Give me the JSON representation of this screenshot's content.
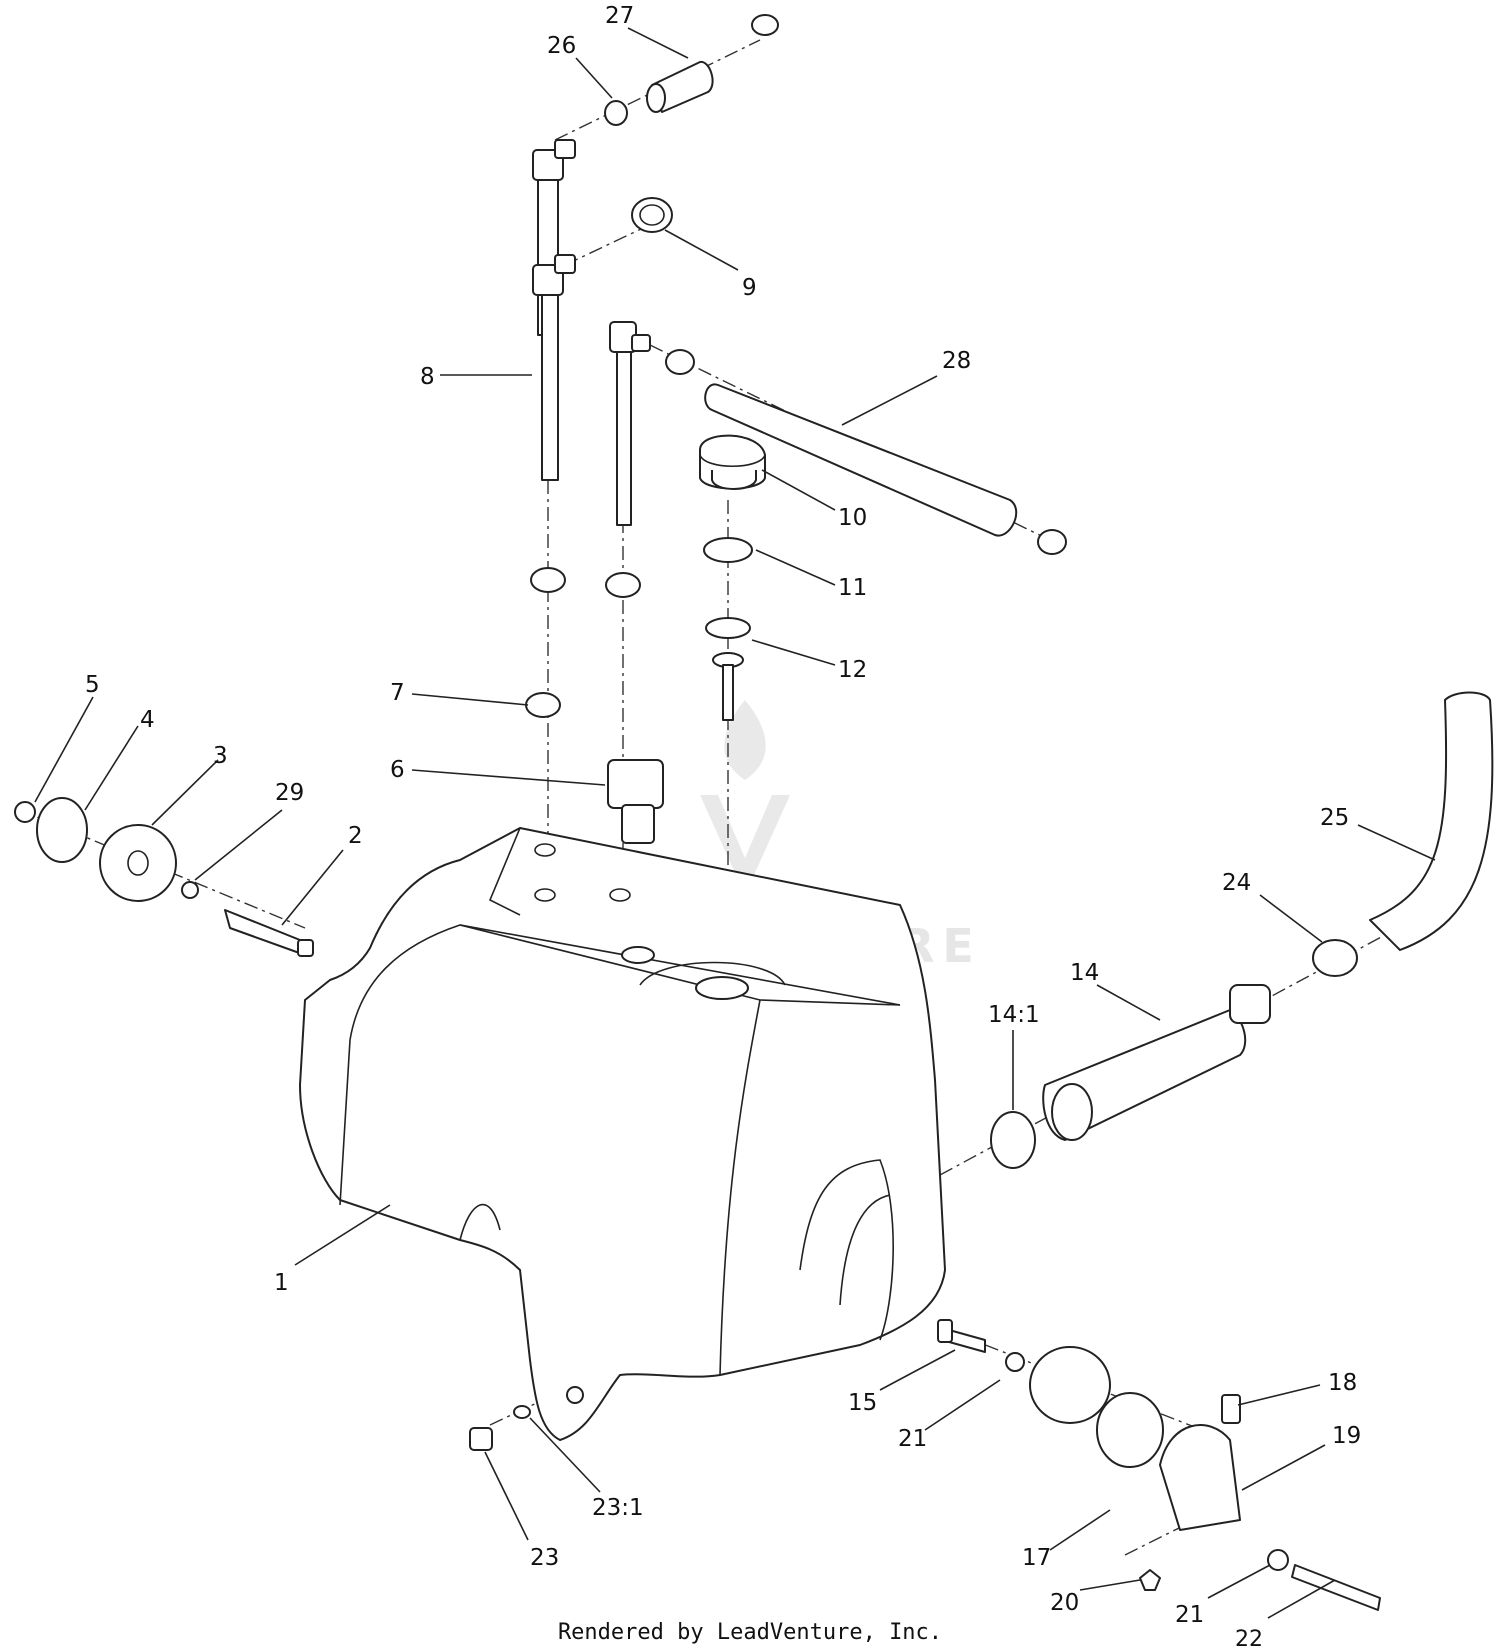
{
  "watermark": {
    "text": "LEADVENTURE"
  },
  "footer": {
    "credit": "Rendered by LeadVenture, Inc."
  },
  "callouts": [
    {
      "id": "27",
      "label": "27"
    },
    {
      "id": "26",
      "label": "26"
    },
    {
      "id": "9",
      "label": "9"
    },
    {
      "id": "28",
      "label": "28"
    },
    {
      "id": "8",
      "label": "8"
    },
    {
      "id": "10",
      "label": "10"
    },
    {
      "id": "11",
      "label": "11"
    },
    {
      "id": "12",
      "label": "12"
    },
    {
      "id": "7",
      "label": "7"
    },
    {
      "id": "6",
      "label": "6"
    },
    {
      "id": "5",
      "label": "5"
    },
    {
      "id": "4",
      "label": "4"
    },
    {
      "id": "3",
      "label": "3"
    },
    {
      "id": "29",
      "label": "29"
    },
    {
      "id": "2",
      "label": "2"
    },
    {
      "id": "25",
      "label": "25"
    },
    {
      "id": "24",
      "label": "24"
    },
    {
      "id": "14",
      "label": "14"
    },
    {
      "id": "14-1",
      "label": "14:1"
    },
    {
      "id": "1",
      "label": "1"
    },
    {
      "id": "15",
      "label": "15"
    },
    {
      "id": "21-a",
      "label": "21"
    },
    {
      "id": "18",
      "label": "18"
    },
    {
      "id": "19",
      "label": "19"
    },
    {
      "id": "17",
      "label": "17"
    },
    {
      "id": "20",
      "label": "20"
    },
    {
      "id": "21-b",
      "label": "21"
    },
    {
      "id": "22",
      "label": "22"
    },
    {
      "id": "23-1",
      "label": "23:1"
    },
    {
      "id": "23",
      "label": "23"
    }
  ]
}
